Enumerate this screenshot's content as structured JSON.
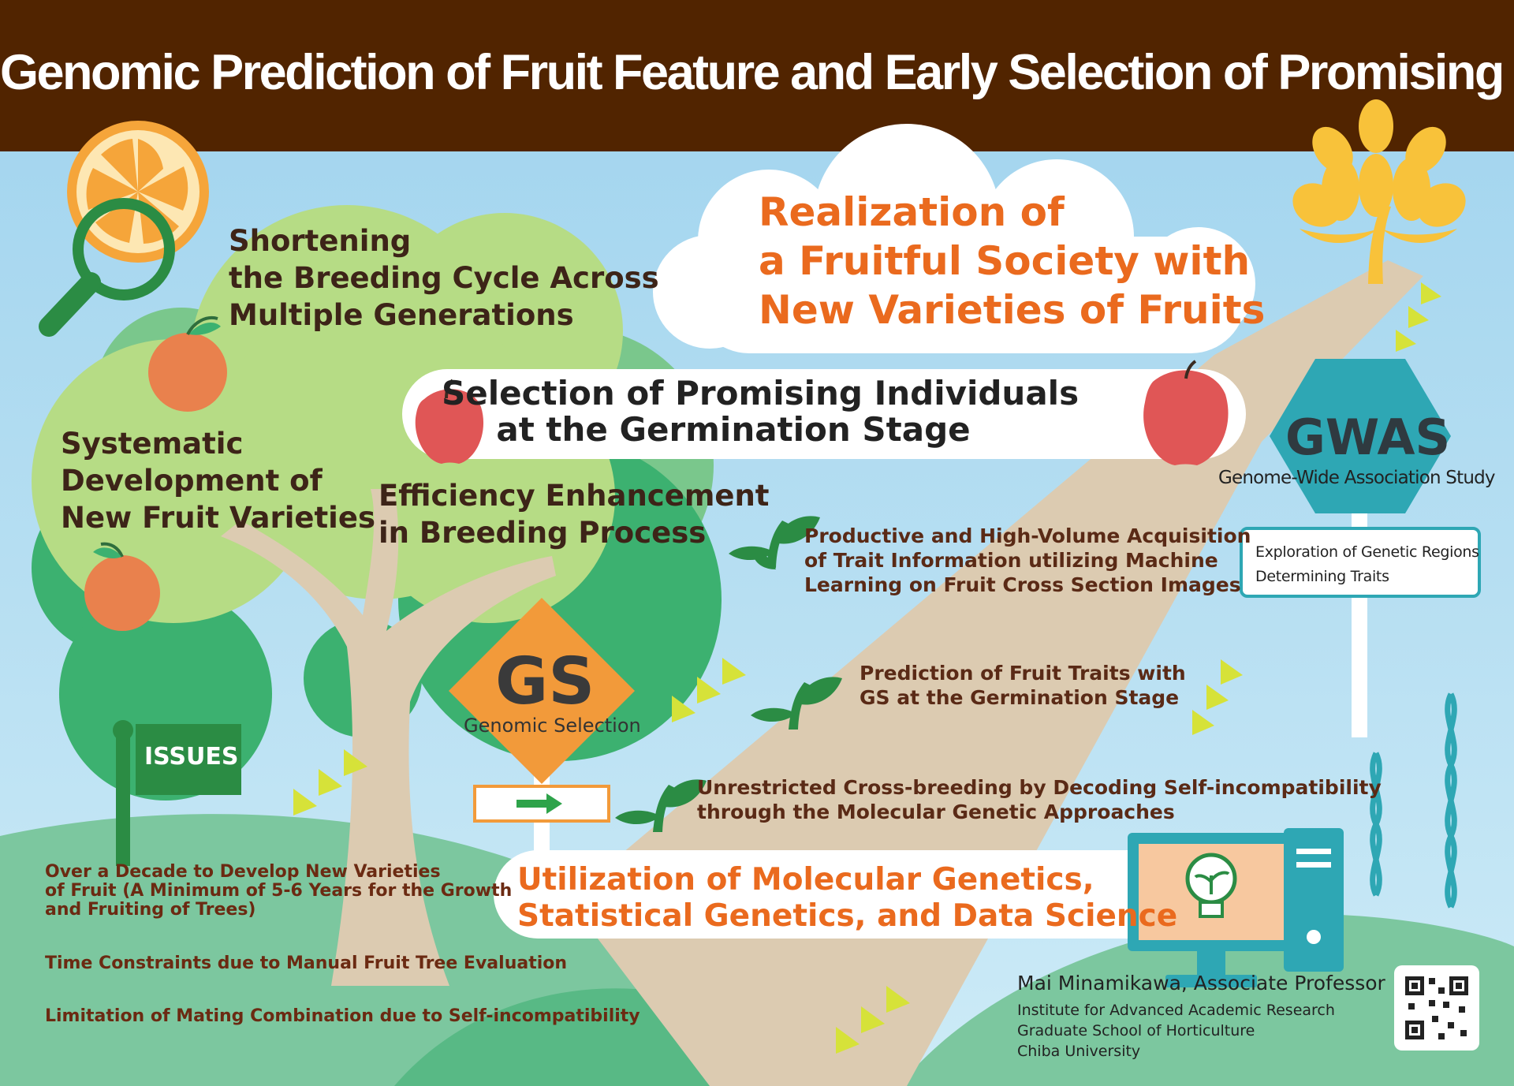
{
  "header": {
    "title": "Genomic Prediction of Fruit Feature and Early Selection of Promising Individuals",
    "band_color": "#512400"
  },
  "goals": {
    "shortening": [
      "Shortening",
      "the Breeding Cycle Across",
      "Multiple Generations"
    ],
    "systematic": [
      "Systematic",
      "Development of",
      "New Fruit Varieties"
    ],
    "efficiency": [
      "Efficiency Enhancement",
      "in Breeding Process"
    ]
  },
  "cloud": {
    "lines": [
      "Realization of",
      "a Fruitful Society with",
      "New Varieties of Fruits"
    ],
    "text_color": "#ea6a1e"
  },
  "selection": {
    "lines": [
      "Selection of  Promising Individuals",
      "at the Germination Stage"
    ]
  },
  "gs_sign": {
    "label": "GS",
    "subtitle": "Genomic Selection",
    "color": "#f29a3a"
  },
  "gwas_sign": {
    "label": "GWAS",
    "subtitle": "Genome-Wide Association Study",
    "box_lines": [
      "Exploration of Genetic Regions",
      "Determining Traits"
    ],
    "color": "#2ea7b4"
  },
  "steps": [
    {
      "lines": [
        "Productive  and High-Volume Acquisition",
        "of Trait Information utilizing Machine",
        "Learning on Fruit Cross Section Images"
      ]
    },
    {
      "lines": [
        "Prediction of Fruit Traits with",
        "GS at the Germination Stage"
      ]
    },
    {
      "lines": [
        "Unrestricted Cross-breeding by Decoding Self-incompatibility",
        "through the Molecular Genetic Approaches"
      ]
    }
  ],
  "utilization": {
    "lines": [
      "Utilization of Molecular Genetics,",
      "Statistical Genetics, and Data Science"
    ]
  },
  "issues": {
    "flag_label": "ISSUES",
    "items": [
      {
        "lines": [
          "Over a Decade to Develop New Varieties",
          "of Fruit (A Minimum of 5-6 Years for the Growth",
          "and Fruiting of Trees)"
        ]
      },
      {
        "lines": [
          "Time Constraints due to Manual Fruit Tree Evaluation"
        ]
      },
      {
        "lines": [
          "Limitation of Mating Combination due to Self-incompatibility"
        ]
      }
    ]
  },
  "author": {
    "name": "Mai Minamikawa, Associate Professor",
    "affiliation": [
      "Institute for Advanced Academic Research",
      "Graduate School of Horticulture",
      "Chiba University"
    ]
  },
  "icons": [
    "orange-slice-icon",
    "magnifier-icon",
    "apple-icon",
    "sprout-icon",
    "dna-icon",
    "computer-icon",
    "lightbulb-sprout-icon",
    "qr-code-icon",
    "arrow-right-icon"
  ]
}
